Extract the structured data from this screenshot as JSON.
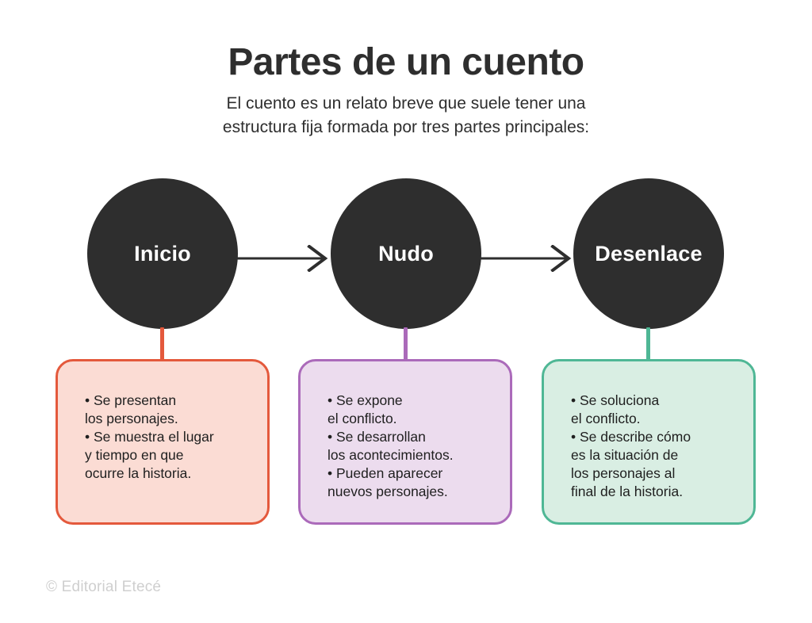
{
  "header": {
    "title": "Partes de un cuento",
    "subtitle_line_1": "El cuento es un relato breve que suele tener una",
    "subtitle_line_2": "estructura fija formada por tres partes principales:"
  },
  "flow": {
    "nodes": [
      {
        "label": "Inicio"
      },
      {
        "label": "Nudo"
      },
      {
        "label": "Desenlace"
      }
    ],
    "arrows": [
      {
        "name": "arrow-inicio-to-nudo"
      },
      {
        "name": "arrow-nudo-to-desenlace"
      }
    ]
  },
  "cards": [
    {
      "id": "inicio",
      "accent": "#e4593c",
      "fill": "#fbdcd4",
      "bullets": [
        "• Se presentan\nlos personajes.",
        "• Se muestra el lugar\ny tiempo en que\nocurre la historia."
      ]
    },
    {
      "id": "nudo",
      "accent": "#ab6aba",
      "fill": "#ecdcee",
      "bullets": [
        "• Se expone\nel conflicto.",
        "• Se desarrollan\nlos acontecimientos.",
        "• Pueden aparecer\nnuevos personajes."
      ]
    },
    {
      "id": "desenlace",
      "accent": "#4fb795",
      "fill": "#d9eee3",
      "bullets": [
        "• Se soluciona\nel conflicto.",
        "• Se describe cómo\nes la situación de\nlos personajes al\nfinal de la historia."
      ]
    }
  ],
  "footer": {
    "credit": "© Editorial Etecé"
  },
  "colors": {
    "node_fill": "#2e2e2e",
    "node_text": "#ffffff",
    "background": "#ffffff",
    "text": "#1f1f1f",
    "footer_text": "#cfcfcf"
  }
}
